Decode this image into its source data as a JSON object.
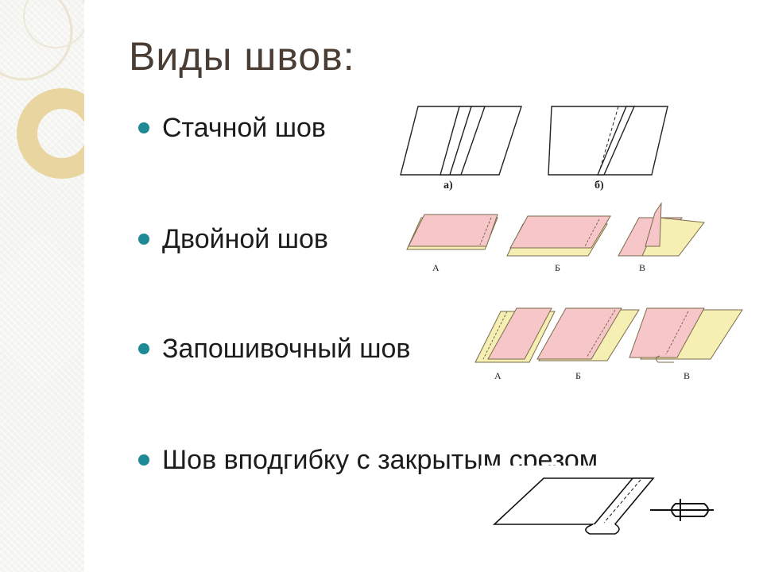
{
  "slide": {
    "title": "Виды швов:",
    "bullets": [
      {
        "text": "Стачной шов"
      },
      {
        "text": "Двойной шов"
      },
      {
        "text": "Запошивочный шов"
      },
      {
        "text": "Шов вподгибку с закрытым срезом"
      }
    ]
  },
  "figures": {
    "stachnoy": {
      "labels": [
        "а)",
        "б)"
      ]
    },
    "dvoynoy": {
      "labels": [
        "А",
        "Б",
        "В"
      ]
    },
    "zaposhivochny": {
      "labels": [
        "А",
        "Б",
        "В"
      ]
    }
  },
  "colors": {
    "accent": "#1e8a95",
    "title": "#4a3d34",
    "fabric_pink": "#f6c6c8",
    "fabric_yellow": "#f5efb4",
    "decor_gold": "#e3c98a"
  }
}
